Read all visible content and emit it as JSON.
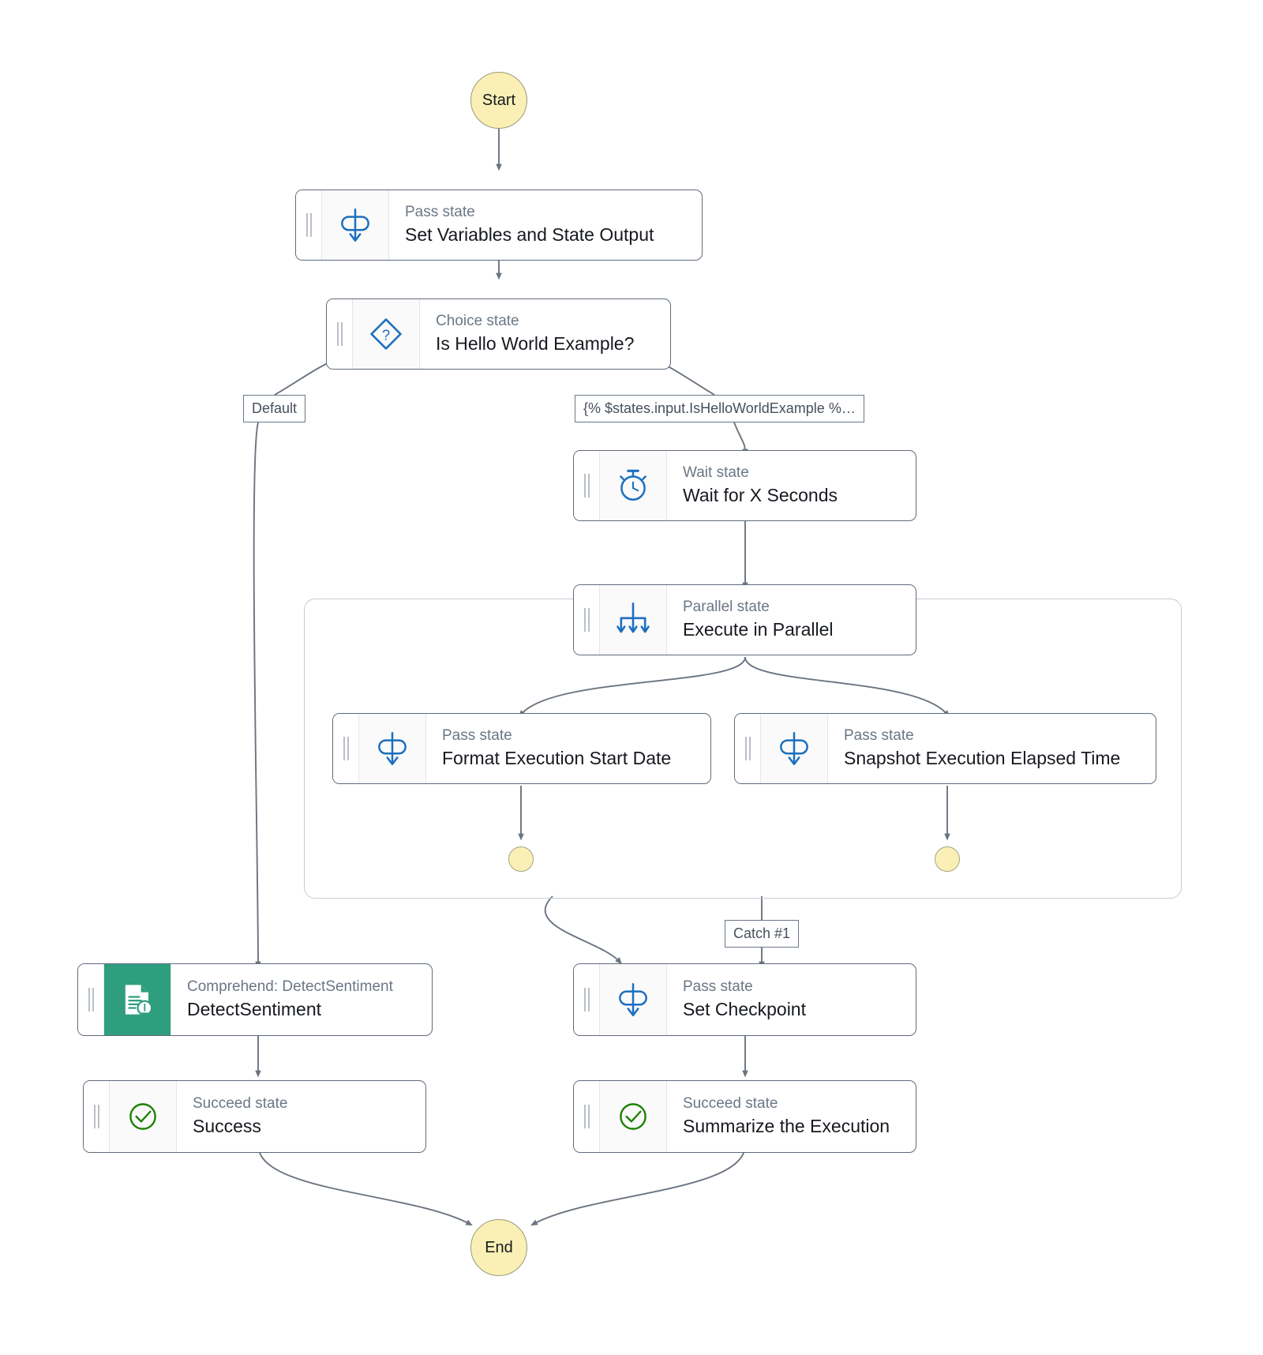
{
  "diagram": {
    "title": "AWS Step Functions state machine graph",
    "colors": {
      "terminal_fill": "#FAF0B5",
      "terminal_stroke": "#9A9A7A",
      "node_border": "#5F6B7A",
      "icon_blue": "#1C6FBF",
      "comprehend_green": "#2E9E7E",
      "succeed_green": "#1D8102",
      "edge": "#545B64",
      "kind_text": "#6B7785",
      "title_text": "#16191F"
    },
    "terminals": [
      {
        "id": "start",
        "label": "Start"
      },
      {
        "id": "end",
        "label": "End"
      },
      {
        "id": "branch-end-1",
        "label": ""
      },
      {
        "id": "branch-end-2",
        "label": ""
      }
    ],
    "nodes": [
      {
        "id": "set-variables",
        "kind": "Pass state",
        "title": "Set Variables and State Output",
        "icon": "pass-state-icon"
      },
      {
        "id": "is-hello-world",
        "kind": "Choice state",
        "title": "Is Hello World Example?",
        "icon": "choice-state-icon"
      },
      {
        "id": "wait-x-seconds",
        "kind": "Wait state",
        "title": "Wait for X Seconds",
        "icon": "wait-state-icon"
      },
      {
        "id": "execute-parallel",
        "kind": "Parallel state",
        "title": "Execute in Parallel",
        "icon": "parallel-state-icon"
      },
      {
        "id": "format-start-date",
        "kind": "Pass state",
        "title": "Format Execution Start Date",
        "icon": "pass-state-icon"
      },
      {
        "id": "snapshot-elapsed",
        "kind": "Pass state",
        "title": "Snapshot Execution Elapsed Time",
        "icon": "pass-state-icon"
      },
      {
        "id": "detect-sentiment",
        "kind": "Comprehend: DetectSentiment",
        "title": "DetectSentiment",
        "icon": "comprehend-icon"
      },
      {
        "id": "set-checkpoint",
        "kind": "Pass state",
        "title": "Set Checkpoint",
        "icon": "pass-state-icon"
      },
      {
        "id": "success",
        "kind": "Succeed state",
        "title": "Success",
        "icon": "succeed-state-icon"
      },
      {
        "id": "summarize-execution",
        "kind": "Succeed state",
        "title": "Summarize the Execution",
        "icon": "succeed-state-icon"
      }
    ],
    "edge_labels": [
      {
        "id": "default",
        "text": "Default"
      },
      {
        "id": "condition",
        "text": "{% $states.input.IsHelloWorldExample %…"
      },
      {
        "id": "catch-1",
        "text": "Catch #1"
      }
    ]
  }
}
